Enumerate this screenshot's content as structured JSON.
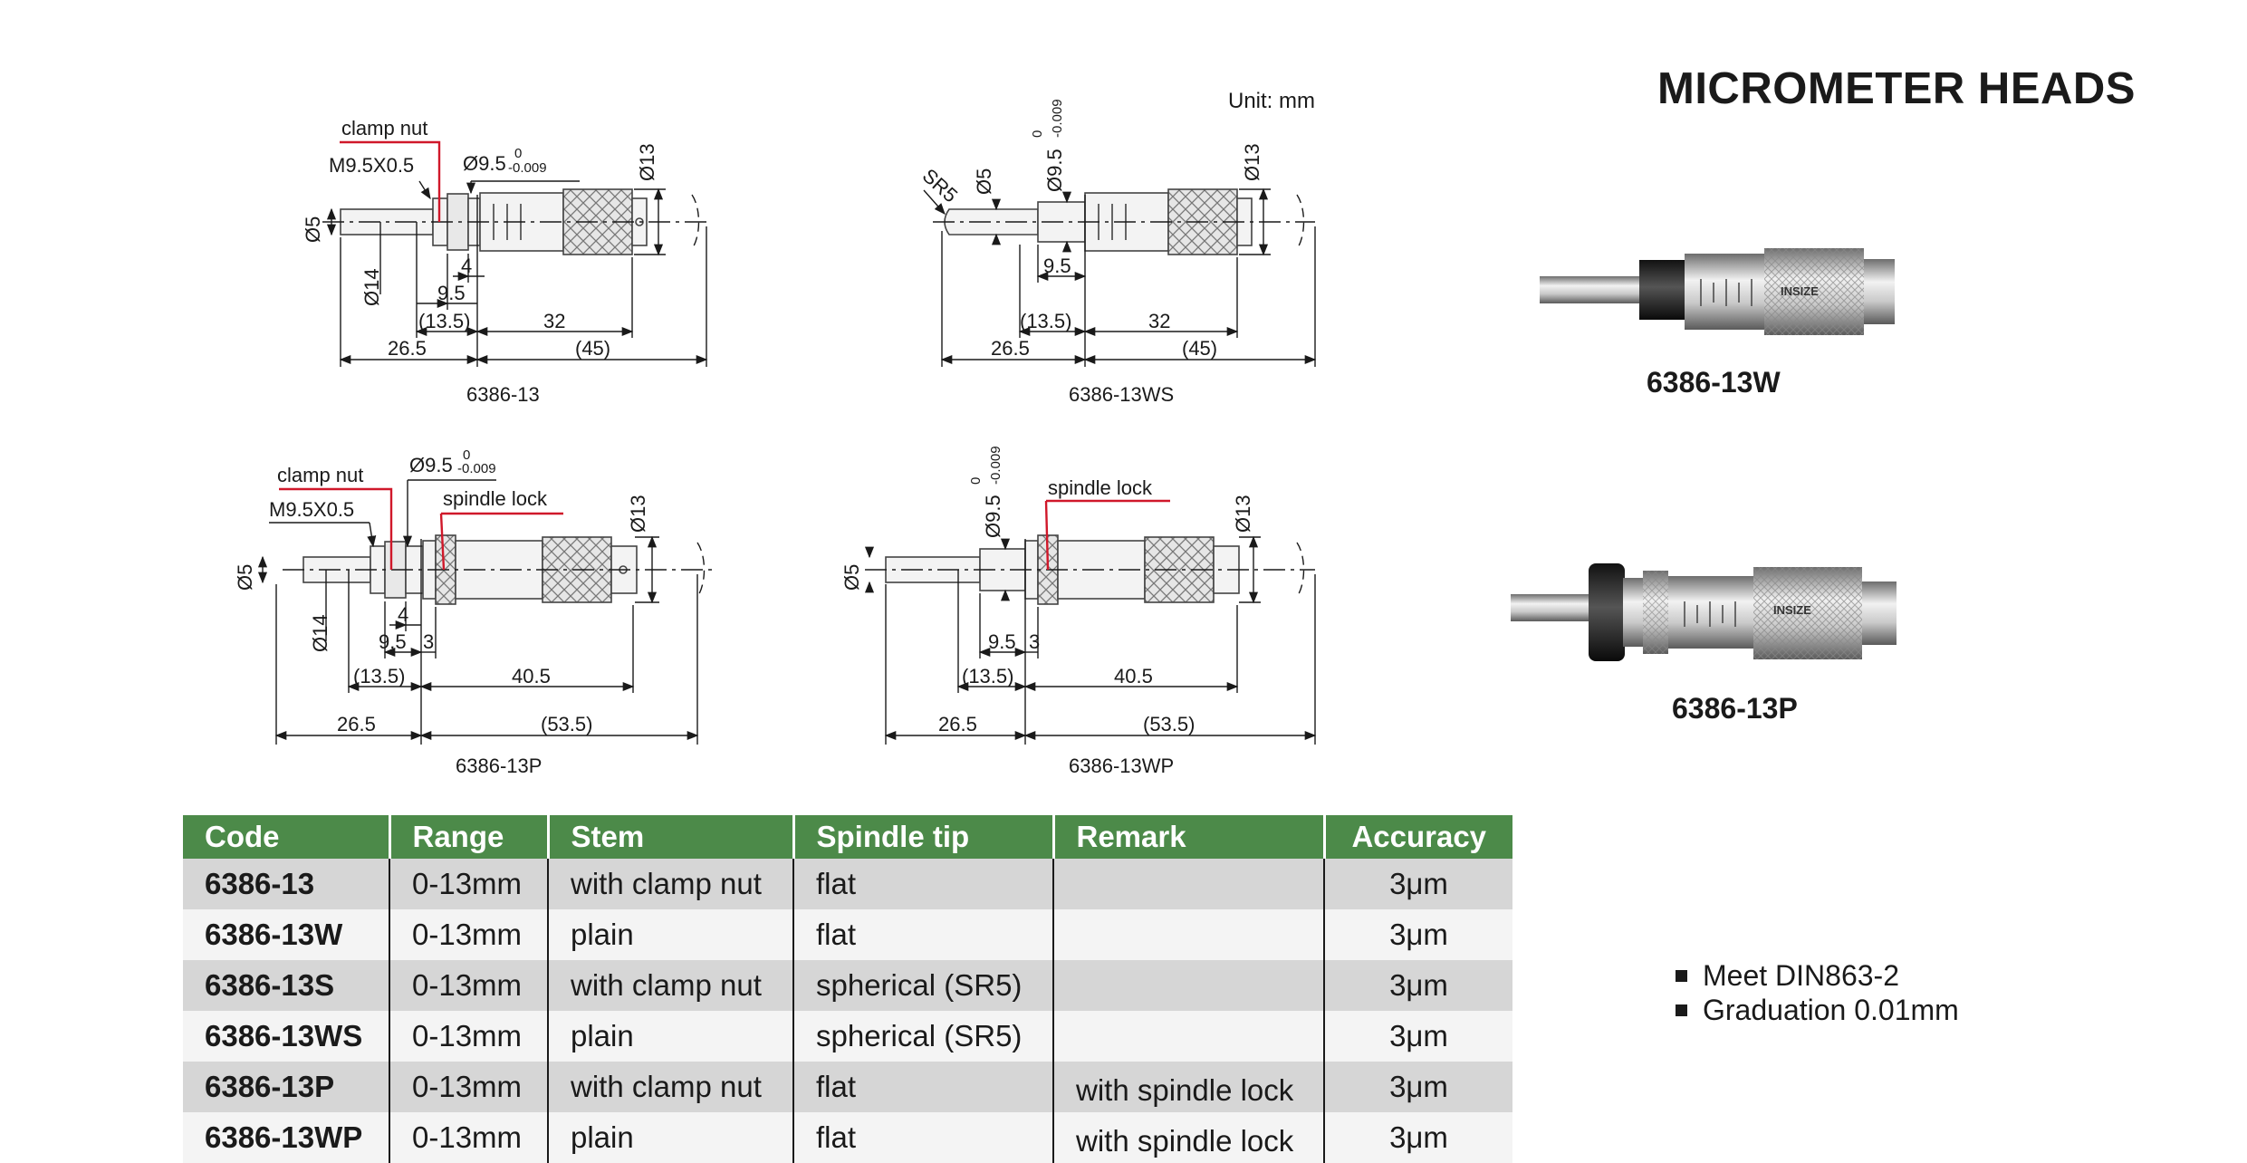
{
  "page": {
    "title": "MICROMETER HEADS",
    "unit": "Unit: mm"
  },
  "drawings": {
    "d1": {
      "caption": "6386-13",
      "labels": {
        "clamp_nut": "clamp nut",
        "thread": "M9.5X0.5",
        "dia_spindle": "Ø9.5",
        "tol_upper": "0",
        "tol_lower": "-0.009",
        "dia_13": "Ø13",
        "dia_5": "Ø5",
        "dia_14": "Ø14",
        "dim_4": "4",
        "dim_9_5": "9.5",
        "dim_13_5": "(13.5)",
        "dim_32": "32",
        "dim_26_5": "26.5",
        "dim_45": "(45)"
      }
    },
    "d2": {
      "caption": "6386-13WS",
      "labels": {
        "sr5": "SR5",
        "dia_5": "Ø5",
        "dia_spindle": "Ø9.5",
        "tol_upper": "0",
        "tol_lower": "-0.009",
        "dia_13": "Ø13",
        "dim_9_5": "9.5",
        "dim_13_5": "(13.5)",
        "dim_32": "32",
        "dim_26_5": "26.5",
        "dim_45": "(45)"
      }
    },
    "d3": {
      "caption": "6386-13P",
      "labels": {
        "clamp_nut": "clamp nut",
        "dia_spindle": "Ø9.5",
        "tol_upper": "0",
        "tol_lower": "-0.009",
        "thread": "M9.5X0.5",
        "spindle_lock": "spindle lock",
        "dia_13": "Ø13",
        "dia_5": "Ø5",
        "dia_14": "Ø14",
        "dim_4": "4",
        "dim_9_5": "9.5",
        "dim_3": "3",
        "dim_13_5": "(13.5)",
        "dim_40_5": "40.5",
        "dim_26_5": "26.5",
        "dim_53_5": "(53.5)"
      }
    },
    "d4": {
      "caption": "6386-13WP",
      "labels": {
        "dia_spindle": "Ø9.5",
        "tol_upper": "0",
        "tol_lower": "-0.009",
        "spindle_lock": "spindle lock",
        "dia_13": "Ø13",
        "dia_5": "Ø5",
        "dim_9_5": "9.5",
        "dim_3": "3",
        "dim_13_5": "(13.5)",
        "dim_40_5": "40.5",
        "dim_26_5": "26.5",
        "dim_53_5": "(53.5)"
      }
    }
  },
  "photos": [
    {
      "label": "6386-13W",
      "brand": "INSIZE"
    },
    {
      "label": "6386-13P",
      "brand": "INSIZE"
    }
  ],
  "table": {
    "headers": [
      "Code",
      "Range",
      "Stem",
      "Spindle tip",
      "Remark",
      "Accuracy"
    ],
    "rows": [
      [
        "6386-13",
        "0-13mm",
        "with clamp nut",
        "flat",
        "",
        "3μm"
      ],
      [
        "6386-13W",
        "0-13mm",
        "plain",
        "flat",
        "",
        "3μm"
      ],
      [
        "6386-13S",
        "0-13mm",
        "with clamp nut",
        "spherical (SR5)",
        "",
        "3μm"
      ],
      [
        "6386-13WS",
        "0-13mm",
        "plain",
        "spherical (SR5)",
        "",
        "3μm"
      ],
      [
        "6386-13P",
        "0-13mm",
        "with clamp nut",
        "flat",
        "with spindle lock",
        "3μm"
      ],
      [
        "6386-13WP",
        "0-13mm",
        "plain",
        "flat",
        "with spindle lock",
        "3μm"
      ]
    ]
  },
  "features": [
    "Meet DIN863-2",
    "Graduation 0.01mm"
  ],
  "colors": {
    "header_green": "#4c8a49",
    "leader_red": "#d0182a",
    "row_dark": "#d6d6d6",
    "row_light": "#f4f4f4"
  }
}
